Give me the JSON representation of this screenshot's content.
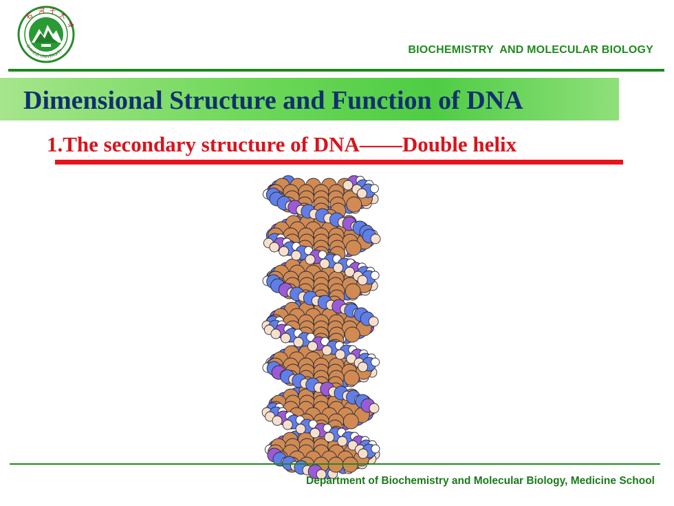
{
  "header": {
    "logo_icon": "university-seal-icon",
    "course_title": "BIOCHEMISTRY  AND MOLECULAR BIOLOGY"
  },
  "slide": {
    "title": "Dimensional Structure and Function of DNA",
    "subtitle": "1.The secondary structure of DNA——Double helix",
    "image_icon": "dna-double-helix-space-filling-model"
  },
  "footer": {
    "department": "Department  of Biochemistry and Molecular Biology, Medicine School"
  },
  "colors": {
    "header_green": "#1f8a1f",
    "title_navy": "#10306e",
    "subtitle_red": "#d8141c",
    "band_green": "#6fd85a",
    "base_pair_orange": "#d08a52",
    "atom_blue": "#5f7ee8",
    "atom_purple": "#9b5ad6",
    "atom_cream": "#f6e0cc"
  }
}
